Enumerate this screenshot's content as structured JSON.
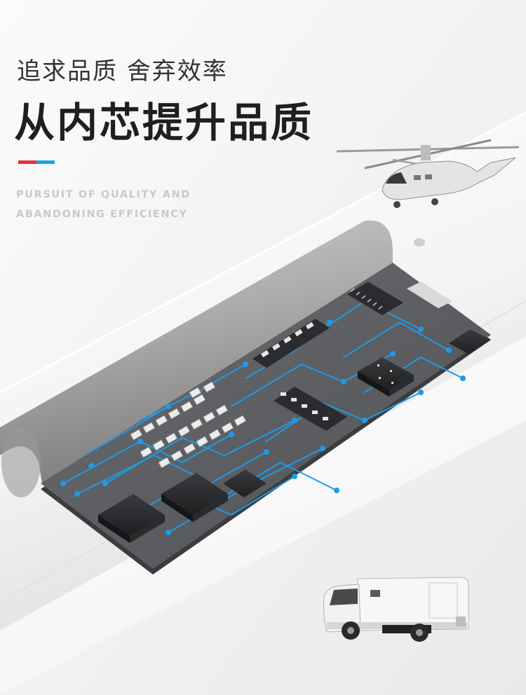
{
  "heading": {
    "subtitle": "追求品质 舍弃效率",
    "title": "从内芯提升品质",
    "english_line1": "PURSUIT OF QUALITY AND",
    "english_line2": "ABANDONING EFFICIENCY"
  },
  "colors": {
    "accent_red": "#e8303a",
    "accent_blue": "#1aa3e8",
    "trace_blue": "#1e9be6",
    "board_gray": "#595b5f",
    "background": "#f4f4f4"
  },
  "illustration": {
    "objects": [
      "white-tube",
      "circuit-board",
      "helicopter",
      "armored-van"
    ]
  }
}
